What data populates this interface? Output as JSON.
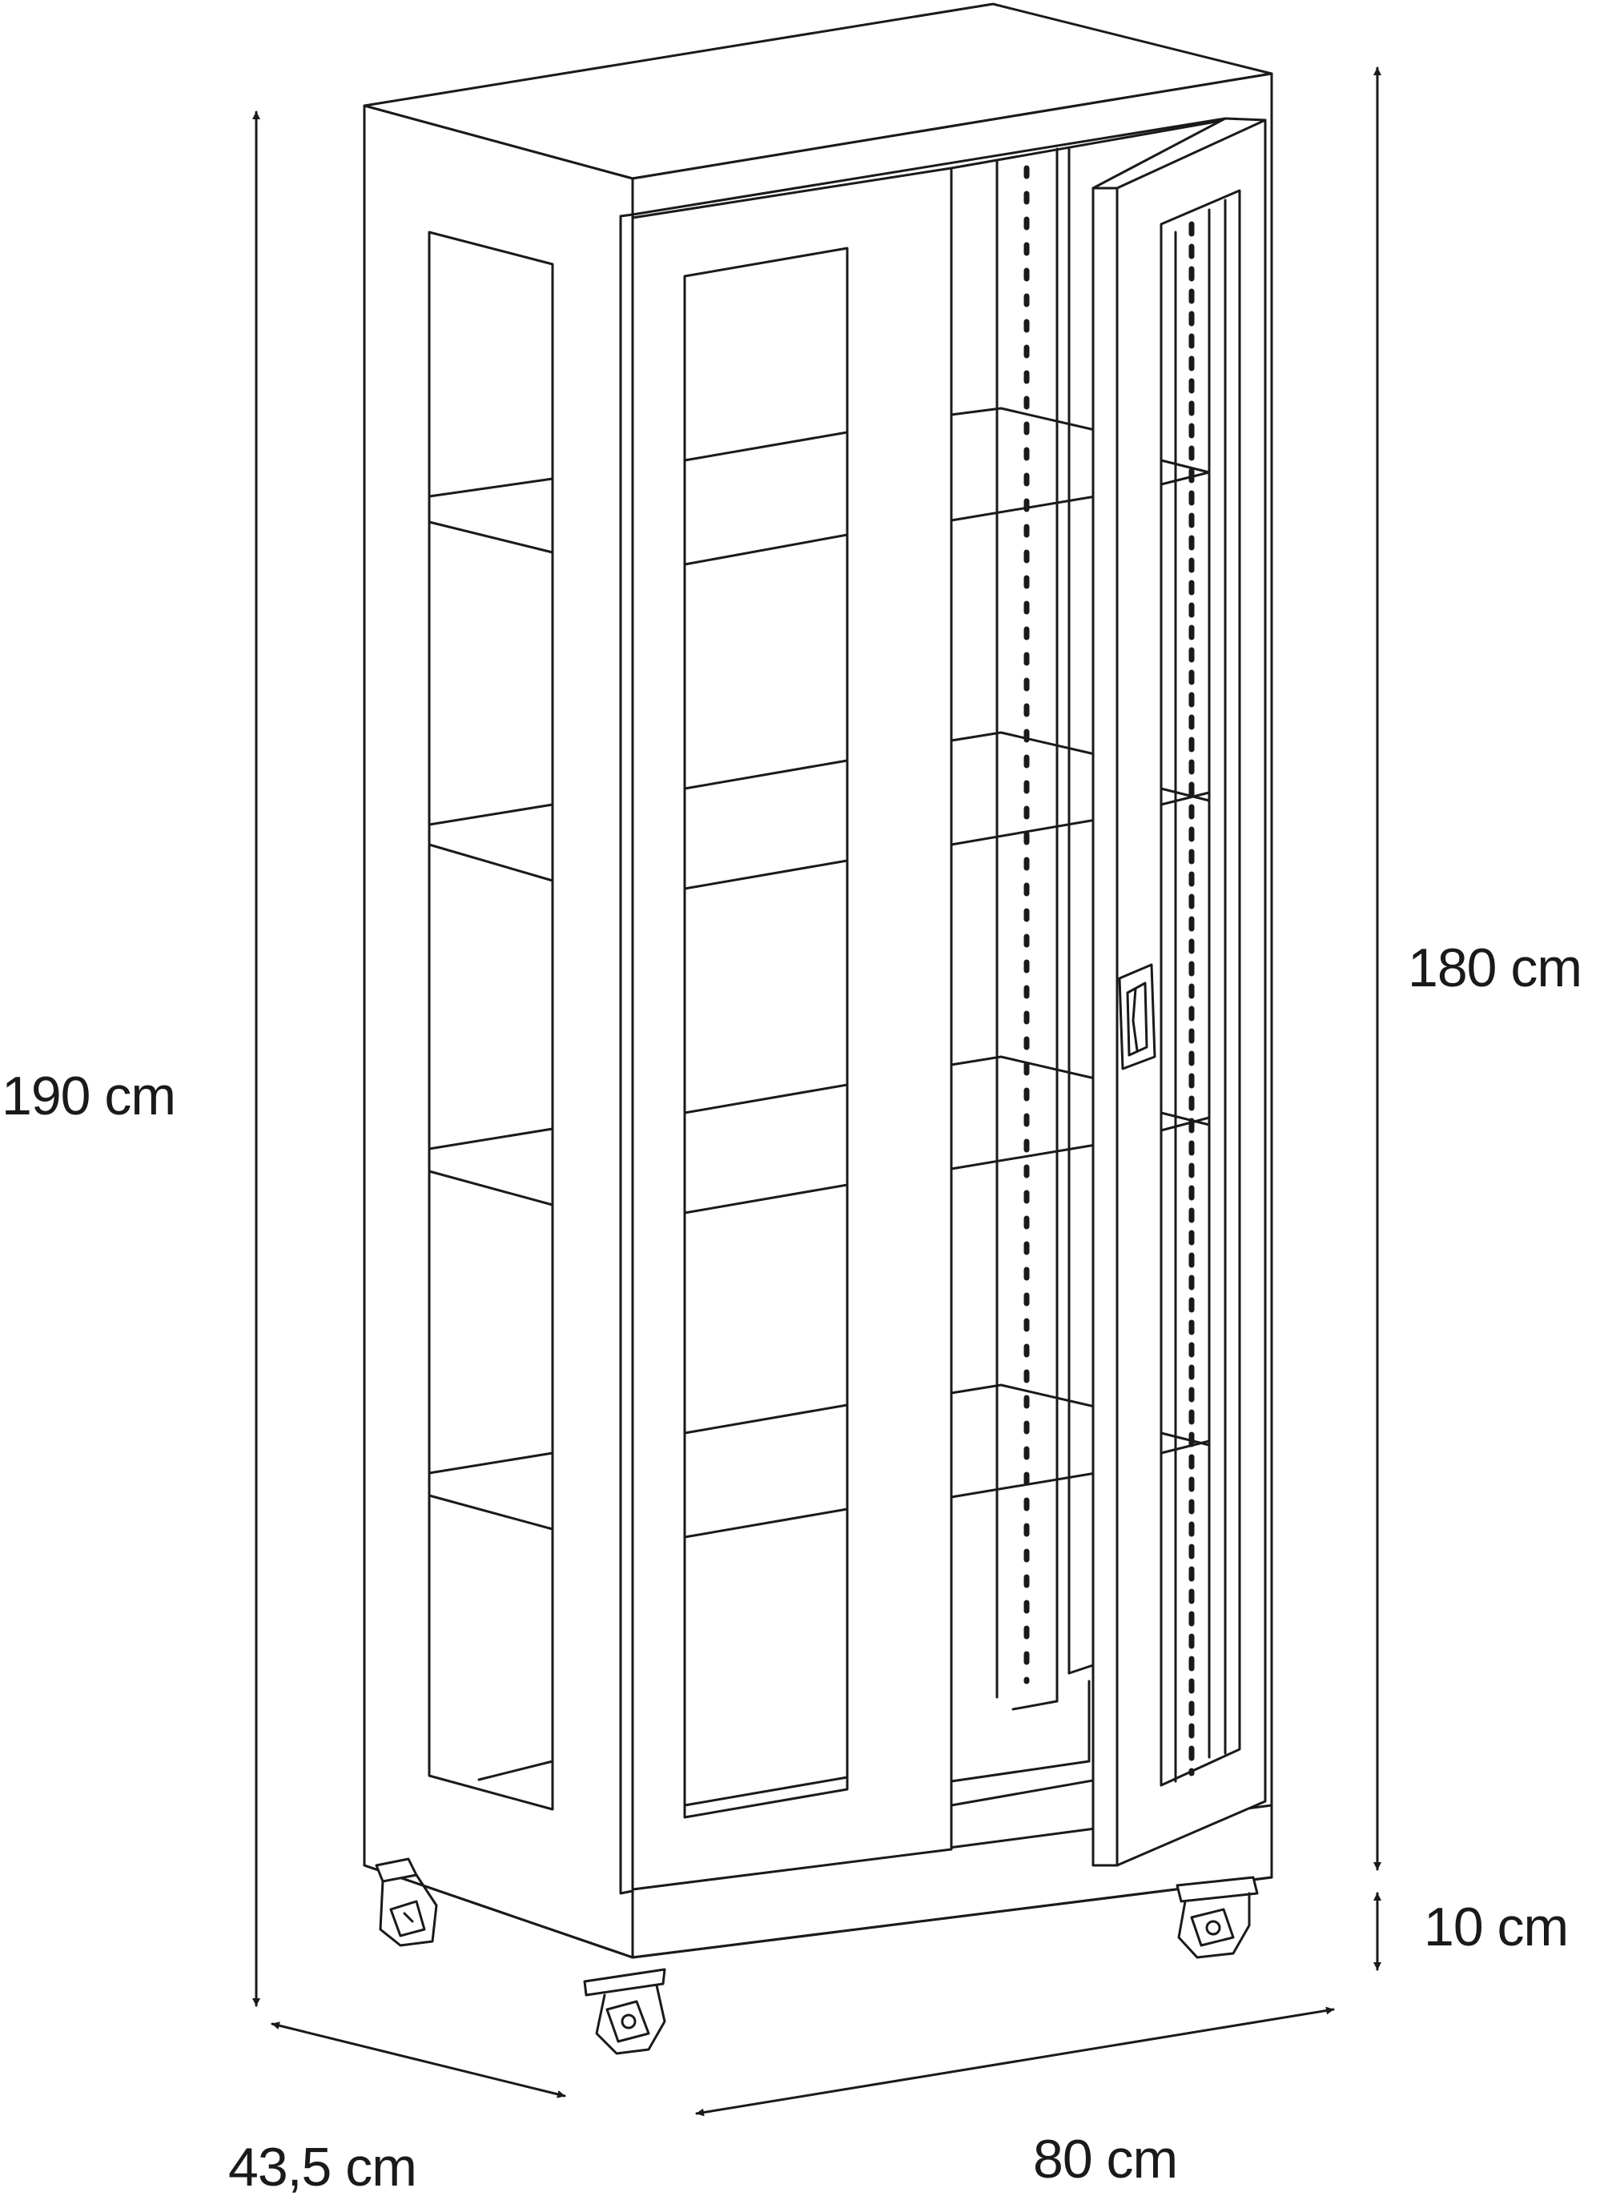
{
  "dimensions": {
    "total_height": "190 cm",
    "cabinet_height": "180 cm",
    "caster_height": "10 cm",
    "width": "80 cm",
    "depth": "43,5 cm"
  },
  "colors": {
    "line": "#1a1a1a",
    "background": "#ffffff"
  }
}
